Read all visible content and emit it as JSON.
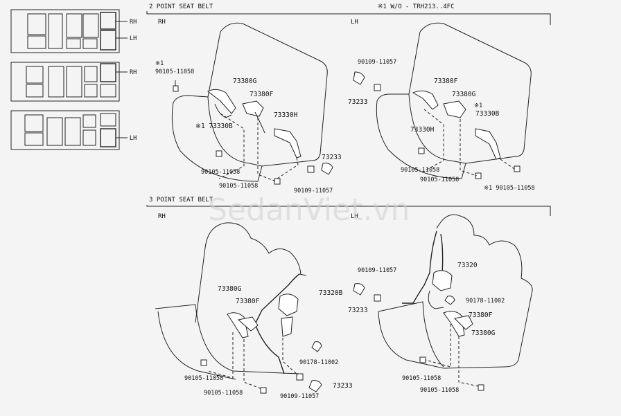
{
  "sections": {
    "two_point_title": "2 POINT SEAT BELT",
    "three_point_title": "3 POINT SEAT BELT",
    "note": "※1 W/O - TRH213..4FC",
    "rh": "RH",
    "lh": "LH"
  },
  "key_plans": {
    "rh": "RH",
    "lh": "LH"
  },
  "watermark": "SedanViet.vn",
  "panels": {
    "two_rh": {
      "marker": "※1",
      "labels": [
        "90105-11058",
        "73380G",
        "73380F",
        "73330H",
        "※1 73330B",
        "90105-11058",
        "90105-11058",
        "73233",
        "90109-11057"
      ]
    },
    "two_lh": {
      "labels": [
        "90109-11057",
        "73233",
        "73380F",
        "73380G",
        "※1",
        "73330B",
        "73330H",
        "90105-11058",
        "90105-11058",
        "※1 90105-11058"
      ]
    },
    "three_rh": {
      "labels": [
        "73380G",
        "73380F",
        "73320B",
        "90178-11002",
        "90105-11058",
        "90105-11058",
        "90109-11057",
        "73233"
      ]
    },
    "three_lh": {
      "labels": [
        "90109-11057",
        "73233",
        "73320",
        "90178-11002",
        "73380F",
        "73380G",
        "90105-11058",
        "90105-11058"
      ]
    }
  }
}
